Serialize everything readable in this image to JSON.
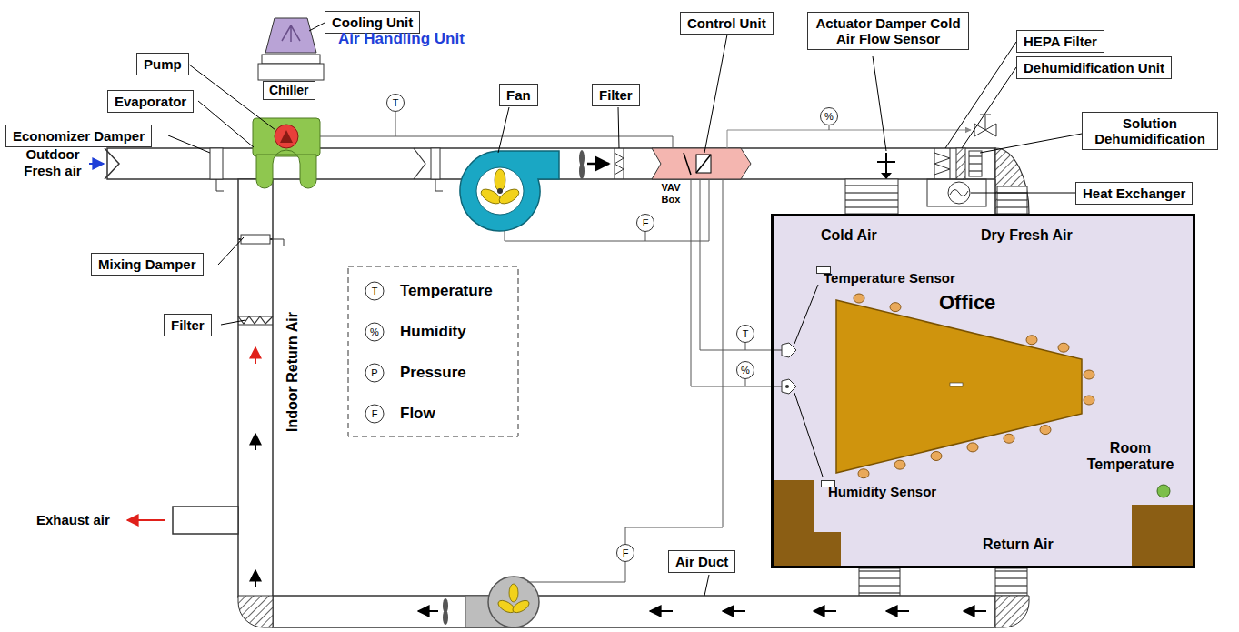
{
  "diagram": {
    "nodes": [
      {
        "text": [
          "Cooling Unit"
        ]
      },
      {
        "text": [
          "Control Unit"
        ]
      },
      {
        "text": [
          "Actuator Damper Cold Air Flow Sensor"
        ]
      },
      {
        "text": [
          "HEPA Filter"
        ]
      },
      {
        "text": [
          "Pump"
        ]
      },
      {
        "text": [
          "Dehumidification Unit"
        ]
      },
      {
        "text": [
          "Fan"
        ]
      },
      {
        "text": [
          "Filter"
        ]
      },
      {
        "text": [
          "Chiller"
        ]
      },
      {
        "text": [
          "Evaporator"
        ]
      },
      {
        "text": [
          "T"
        ]
      },
      {
        "text": [
          "%"
        ]
      },
      {
        "text": [
          "Economizer Damper"
        ]
      },
      {
        "text": [
          "Solution Dehumidification"
        ]
      },
      {
        "text": [
          "VAV Box"
        ]
      },
      {
        "text": [
          "Heat Exchanger"
        ]
      },
      {
        "text": [
          "F"
        ]
      },
      {
        "text": [
          "Cold Air",
          "Dry Fresh Air",
          "Office",
          "Room Temperature",
          "Return Air"
        ]
      },
      {
        "text": [
          "Temperature Sensor"
        ],
        "in": 17
      },
      {
        "text": [
          "Humidity Sensor"
        ],
        "in": 17
      },
      {
        "text": [
          "Mixing Damper"
        ]
      },
      {
        "text": [
          "Filter"
        ]
      },
      {
        "text": [
          "T"
        ]
      },
      {
        "text": [
          "%"
        ]
      },
      {
        "text": [
          "Air Duct"
        ]
      },
      {
        "text": [
          "F"
        ]
      }
    ],
    "labels": [
      "Outdoor Fresh air",
      "Air Handling Unit",
      "Indoor Return Air",
      "Exhaust air",
      "T",
      "%",
      "P",
      "F"
    ],
    "legend": [
      {
        "text": "Temperature"
      },
      {
        "text": "Humidity"
      },
      {
        "text": "Pressure"
      },
      {
        "text": "Flow"
      }
    ]
  }
}
